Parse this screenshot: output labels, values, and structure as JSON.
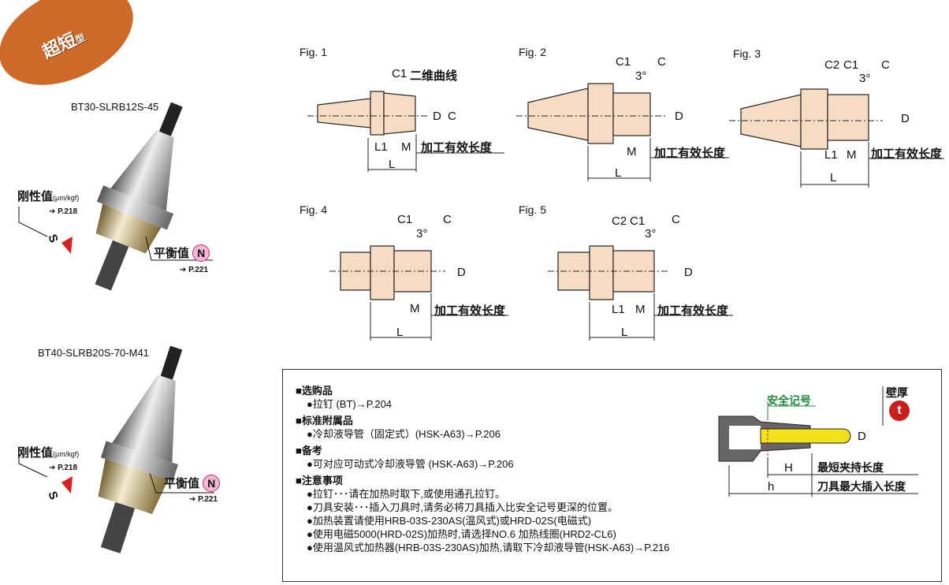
{
  "badge": {
    "main": "超短",
    "suffix": "型"
  },
  "products": [
    {
      "model": "BT30-SLRB12S-45",
      "rigidity_label": "刚性值",
      "rigidity_unit": "(μm/kgf)",
      "rigidity_ref": "P.218",
      "rigidity_mark": "S",
      "balance_label": "平衡值",
      "balance_mark": "N",
      "balance_ref": "P.221"
    },
    {
      "model": "BT40-SLRB20S-70-M41",
      "rigidity_label": "刚性值",
      "rigidity_unit": "(μm/kgf)",
      "rigidity_ref": "P.218",
      "rigidity_mark": "S",
      "balance_label": "平衡值",
      "balance_mark": "N",
      "balance_ref": "P.221"
    }
  ],
  "figures": [
    {
      "title": "Fig. 1",
      "c1": "C1",
      "curve": "二维曲线",
      "d": "D",
      "c": "C",
      "l1": "L1",
      "m": "M",
      "l": "L",
      "effective": "加工有效长度"
    },
    {
      "title": "Fig. 2",
      "c1": "C1",
      "angle": "3°",
      "c": "C",
      "d": "D",
      "m": "M",
      "l": "L",
      "effective": "加工有效长度"
    },
    {
      "title": "Fig. 3",
      "c2": "C2",
      "c1": "C1",
      "angle": "3°",
      "c": "C",
      "d": "D",
      "l1": "L1",
      "m": "M",
      "l": "L",
      "effective": "加工有效长度"
    },
    {
      "title": "Fig. 4",
      "c1": "C1",
      "angle": "3°",
      "c": "C",
      "d": "D",
      "m": "M",
      "l": "L",
      "effective": "加工有效长度"
    },
    {
      "title": "Fig. 5",
      "c2": "C2",
      "c1": "C1",
      "angle": "3°",
      "c": "C",
      "d": "D",
      "l1": "L1",
      "m": "M",
      "l": "L",
      "effective": "加工有效长度"
    }
  ],
  "notes": {
    "sections": [
      {
        "heading": "■选购品",
        "items": [
          "●拉钉 (BT)→P.204"
        ]
      },
      {
        "heading": "■标准附属品",
        "items": [
          "●冷却液导管（固定式）(HSK-A63)→P.206"
        ]
      },
      {
        "heading": "■备考",
        "items": [
          "●可对应可动式冷却液导管 (HSK-A63)→P.206"
        ]
      },
      {
        "heading": "■注意事项",
        "items": [
          "●拉钉･･･请在加热时取下,或使用通孔拉钉。",
          "●刀具安装･･･插入刀具时,请务必将刀具插入比安全记号更深的位置。",
          "●加热装置请使用HRB-03S-230AS(温风式)或HRD-02S(电磁式)",
          "●使用电磁5000(HRD-02S)加热时,请选择NO.6 加热线圈(HRD2-CL6)",
          "●使用温风式加热器(HRB-03S-230AS)加热,请取下冷却液导管(HSK-A63)→P.216"
        ]
      }
    ],
    "diagram": {
      "safety_mark": "安全记号",
      "wall": "壁厚",
      "wall_mark": "t",
      "d": "D",
      "h_upper": "H",
      "h_lower": "h",
      "min_clamp": "最短夹持长度",
      "max_insert": "刀具最大插入长度"
    }
  },
  "colors": {
    "badge": "#cd6a2a",
    "part_fill": "#f7dcc4",
    "safety": "#1f8a3c",
    "tool_insert": "#f2e21a",
    "wall_badge": "#c81e1e"
  }
}
